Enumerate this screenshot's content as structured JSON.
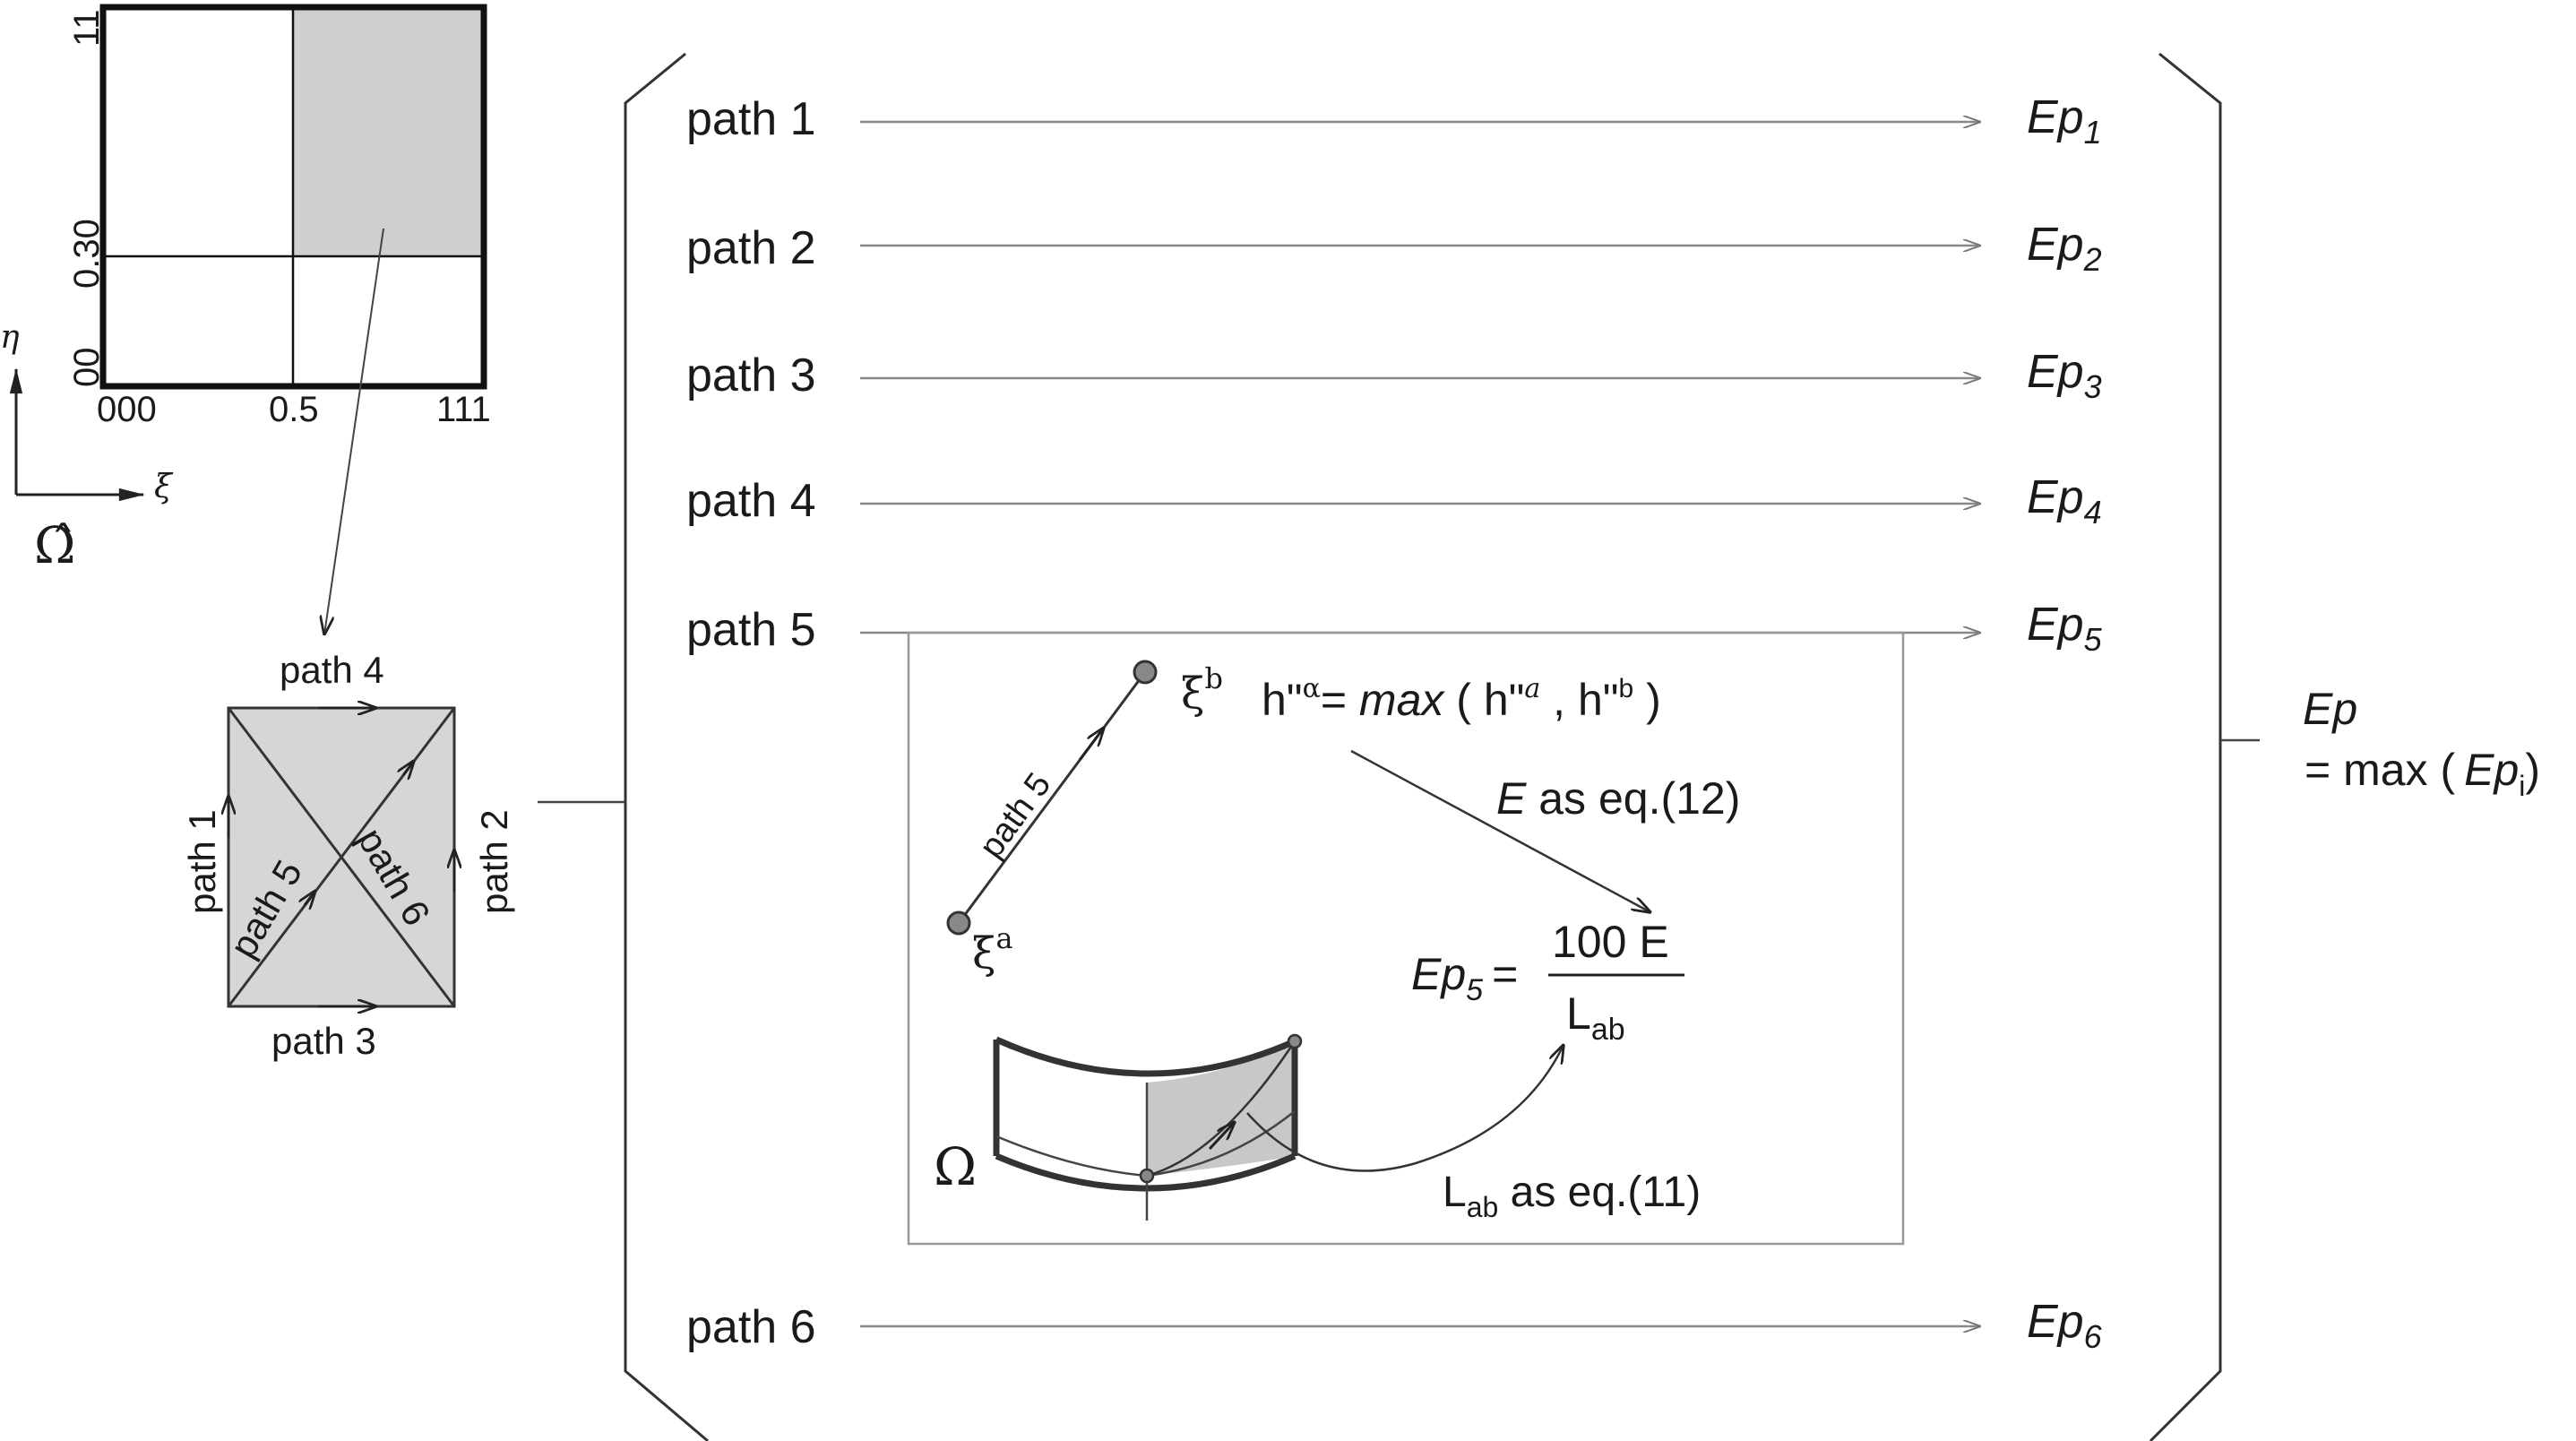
{
  "param_domain": {
    "symbol": "Ω̂",
    "xi_axis": "ξ",
    "eta_axis": "η",
    "xi_ticks": [
      "000",
      "0.5",
      "111"
    ],
    "eta_ticks": [
      "00",
      "0.30",
      "11"
    ],
    "colors": {
      "shaded": "#cfcfcf",
      "border": "#111111"
    }
  },
  "element": {
    "paths": {
      "top": "path 4",
      "right": "path 2",
      "bottom": "path 3",
      "left": "path 1",
      "diag_up": "path 5",
      "diag_down": "path 6"
    },
    "colors": {
      "fill": "#d6d6d6"
    }
  },
  "path_rows": [
    {
      "label": "path 1",
      "ep": "Ep",
      "sub": "1"
    },
    {
      "label": "path 2",
      "ep": "Ep",
      "sub": "2"
    },
    {
      "label": "path 3",
      "ep": "Ep",
      "sub": "3"
    },
    {
      "label": "path 4",
      "ep": "Ep",
      "sub": "4"
    },
    {
      "label": "path 5",
      "ep": "Ep",
      "sub": "5"
    },
    {
      "label": "path 6",
      "ep": "Ep",
      "sub": "6"
    }
  ],
  "detail": {
    "xi_b": "ξ",
    "xi_b_sup": "b",
    "xi_a": "ξ",
    "xi_a_sup": "a",
    "path_label": "path 5",
    "h_left": "h\"",
    "h_sup_alpha": "α",
    "h_eq": "= ",
    "h_max": "max",
    "h_open": " ( h\"",
    "h_sup_a": "a",
    "h_mid": " , h\"",
    "h_sup_b": "b",
    "h_close": " )",
    "e_symbol": "E",
    "e_rest": " as eq.(12)",
    "ep5": "Ep",
    "ep5_sub": "5",
    "ep5_eq": "=",
    "numerator": "100 E",
    "denominator": "L",
    "denominator_sub": "ab",
    "omega": "Ω",
    "lab": "L",
    "lab_sub": "ab",
    "lab_rest": " as eq.(11)"
  },
  "result": {
    "ep": "Ep",
    "eq_prefix": "= max (",
    "ep_inner": "Ep",
    "ep_sub": "i",
    "eq_suffix": ")"
  }
}
